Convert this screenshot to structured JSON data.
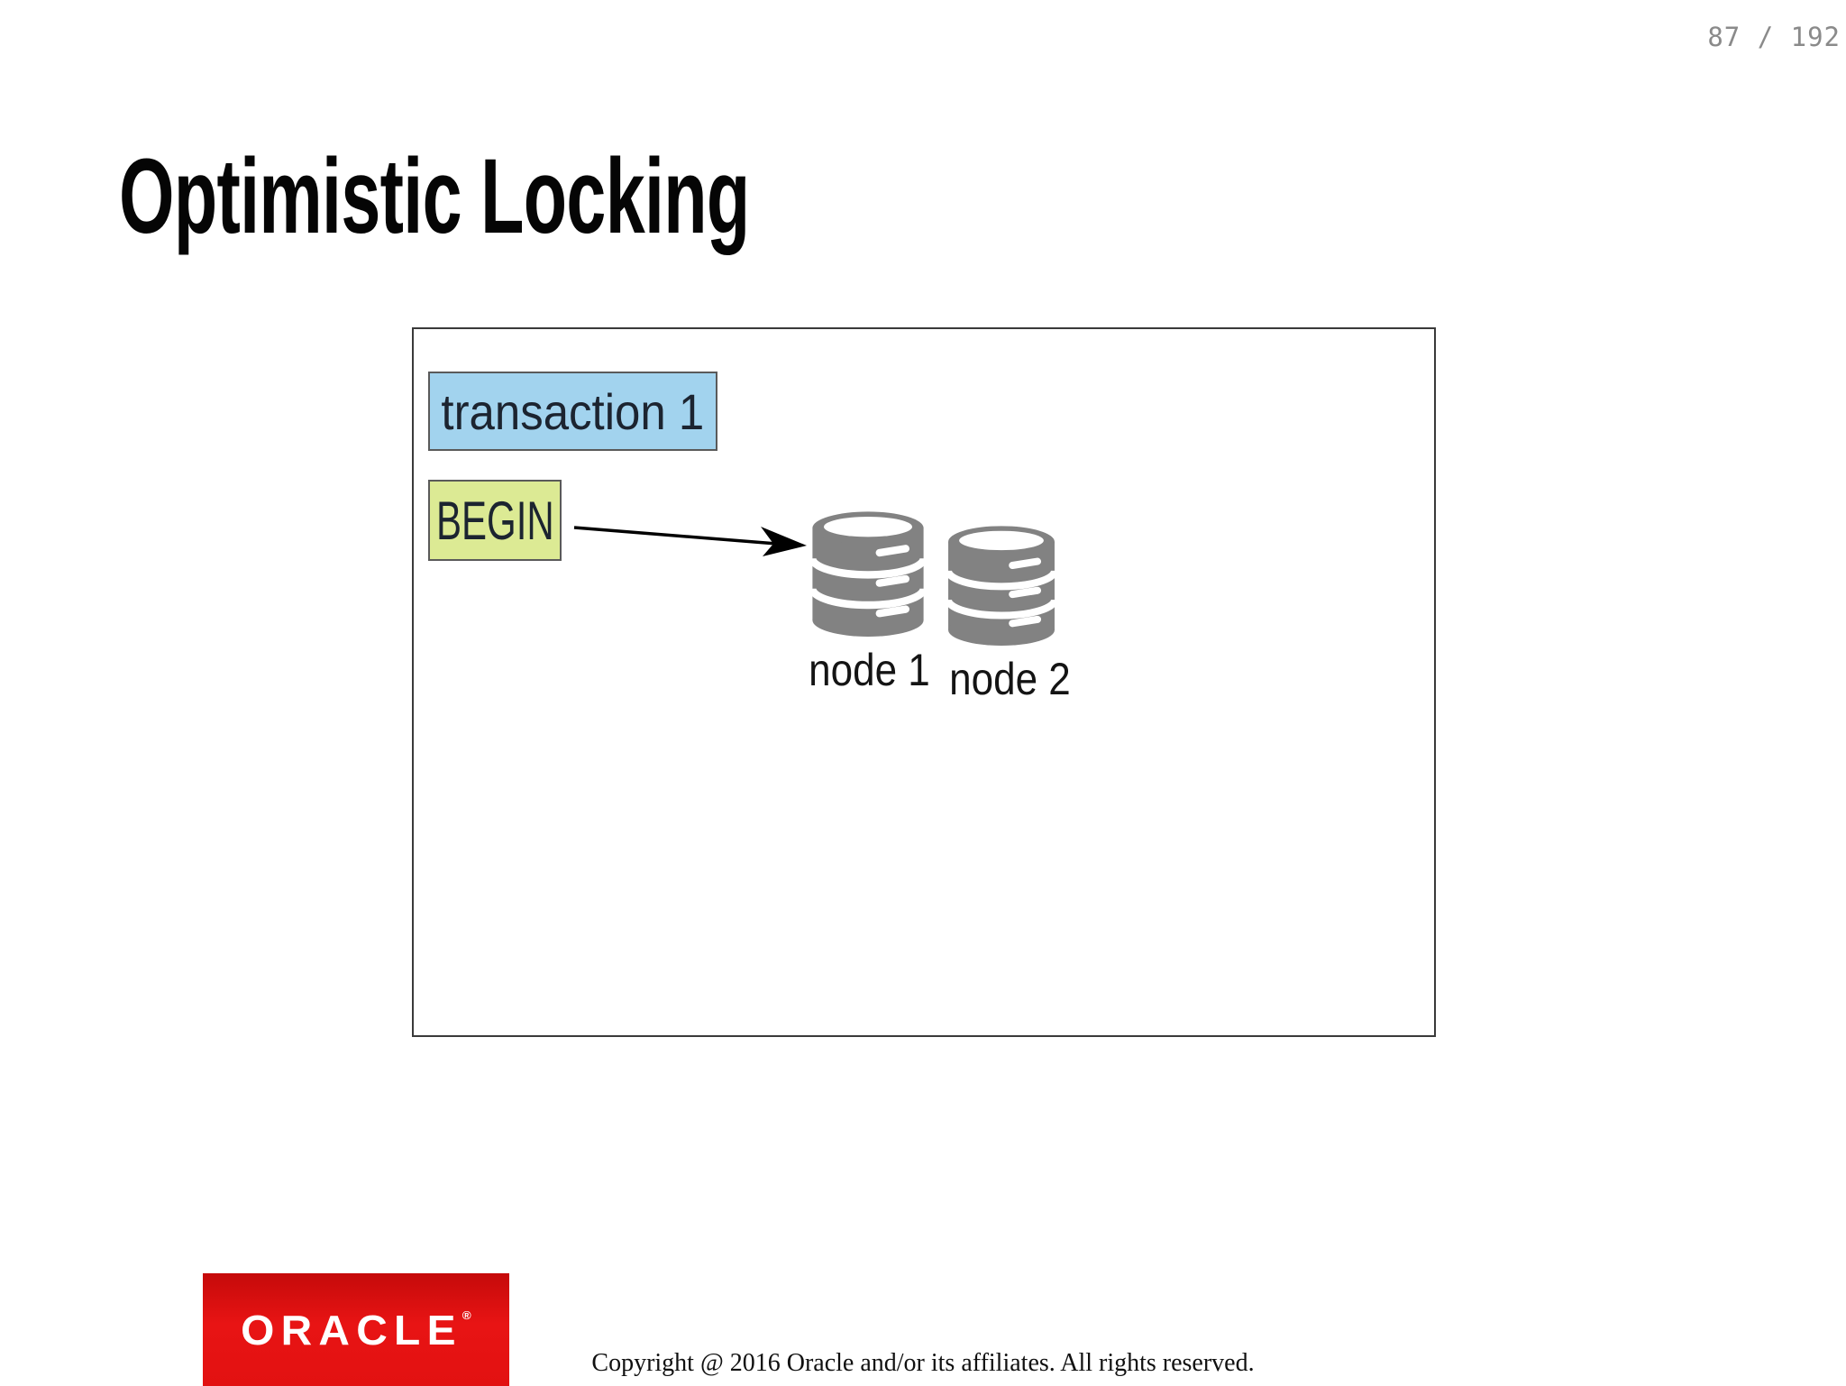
{
  "page": {
    "number": "87 / 192",
    "title": "Optimistic Locking"
  },
  "diagram": {
    "transaction_box_label": "transaction 1",
    "begin_box_label": "BEGIN",
    "node1_label": "node 1",
    "node2_label": "node 2"
  },
  "footer": {
    "logo_text": "ORACLE",
    "registered_mark": "®",
    "copyright": "Copyright @ 2016 Oracle and/or its affiliates. All rights reserved."
  },
  "colors": {
    "transaction_fill": "#a2d3ee",
    "begin_fill": "#dcea94",
    "box_border": "#5a5a5a",
    "diagram_border": "#3a3a3a",
    "cylinder": "#828282",
    "oracle_red": "#e01010",
    "page_number": "#8a8a8a",
    "arrow": "#000000"
  }
}
